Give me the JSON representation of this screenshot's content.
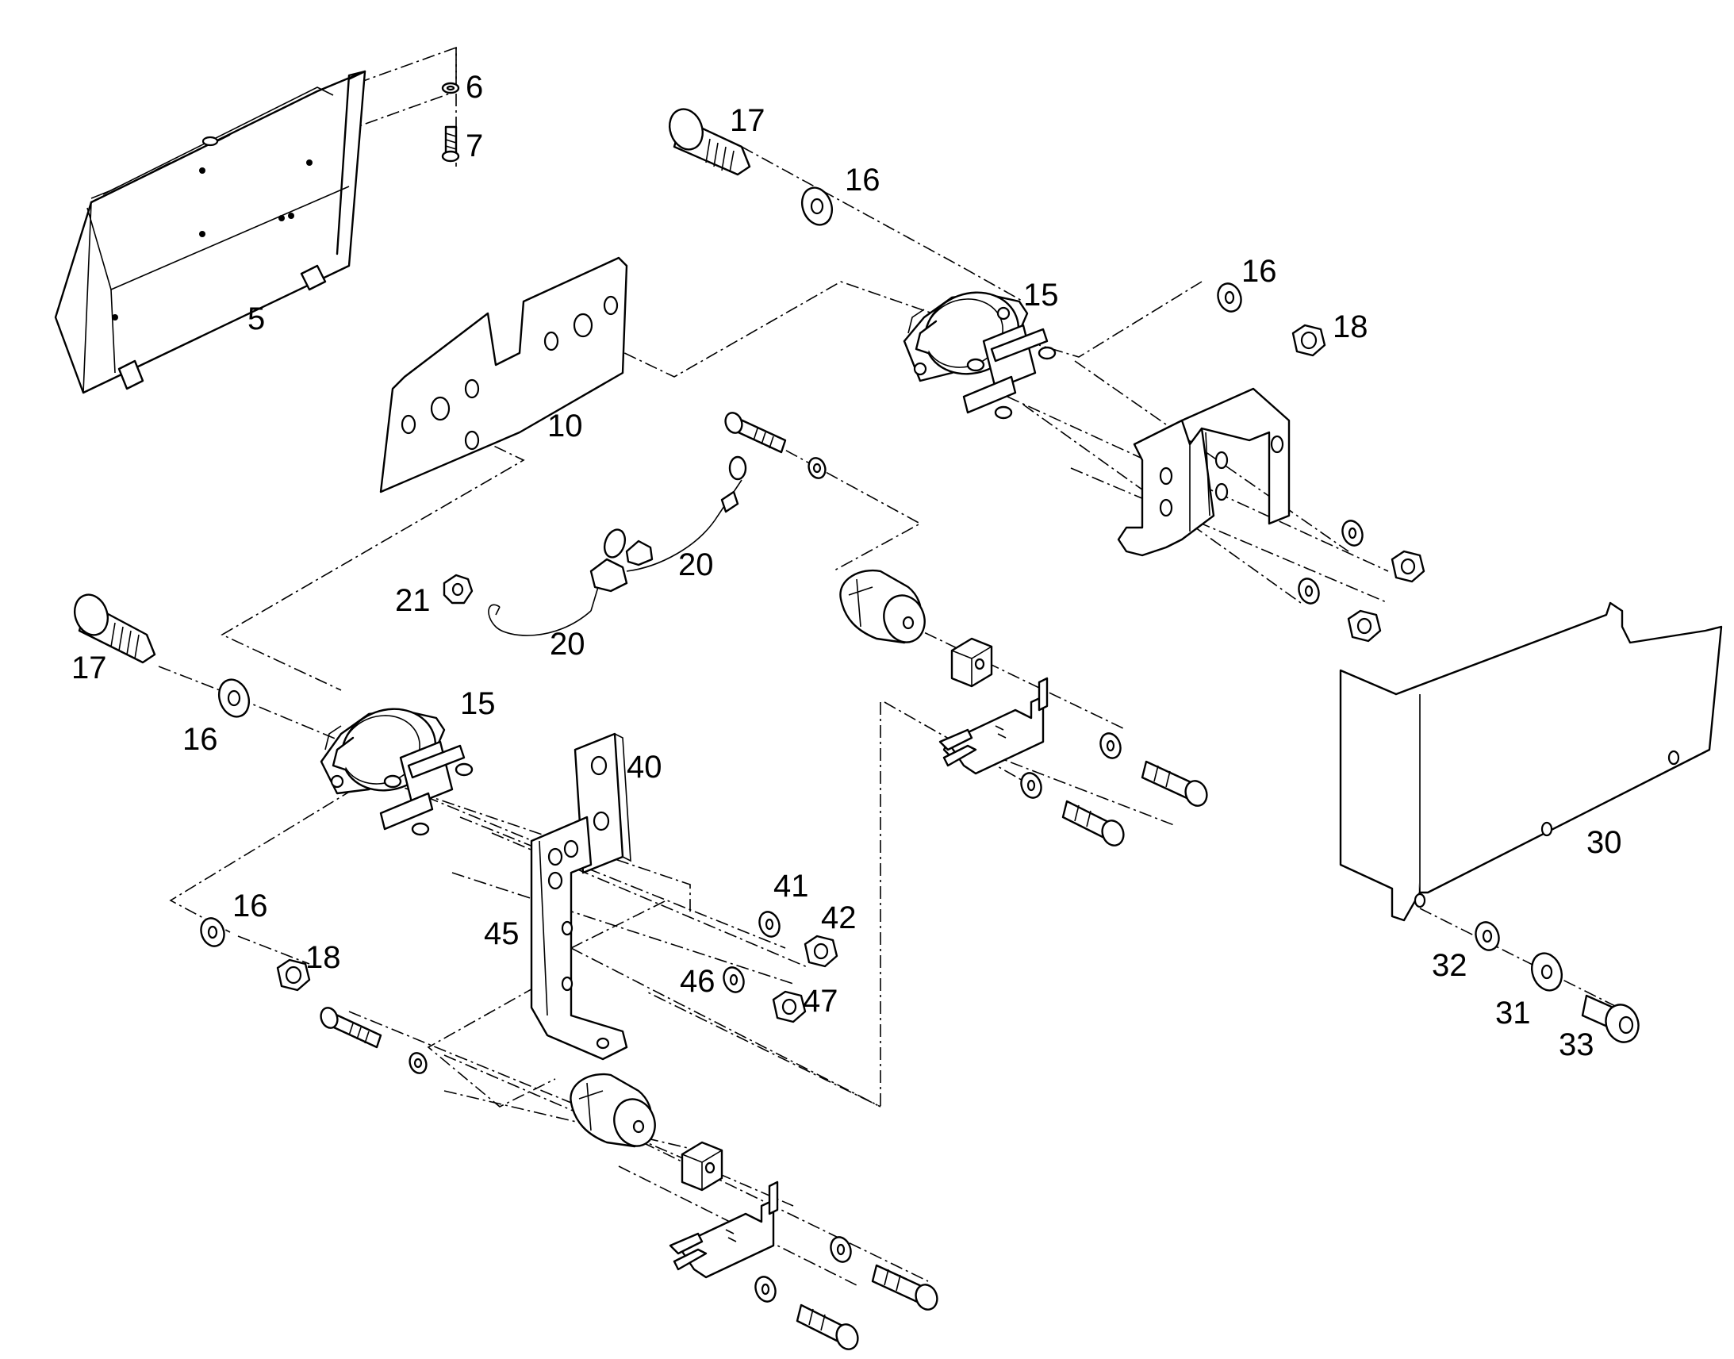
{
  "callouts": {
    "c5": "5",
    "c6": "6",
    "c7": "7",
    "c10": "10",
    "c15a": "15",
    "c15b": "15",
    "c16a": "16",
    "c16b": "16",
    "c16c": "16",
    "c16d": "16",
    "c17a": "17",
    "c17b": "17",
    "c18a": "18",
    "c18b": "18",
    "c20a": "20",
    "c20b": "20",
    "c21": "21",
    "c30": "30",
    "c31": "31",
    "c32": "32",
    "c33": "33",
    "c40": "40",
    "c41": "41",
    "c42": "42",
    "c45": "45",
    "c46": "46",
    "c47": "47"
  },
  "colors": {
    "line": "#000000",
    "background": "#ffffff",
    "shade": "#e6e6e6"
  }
}
